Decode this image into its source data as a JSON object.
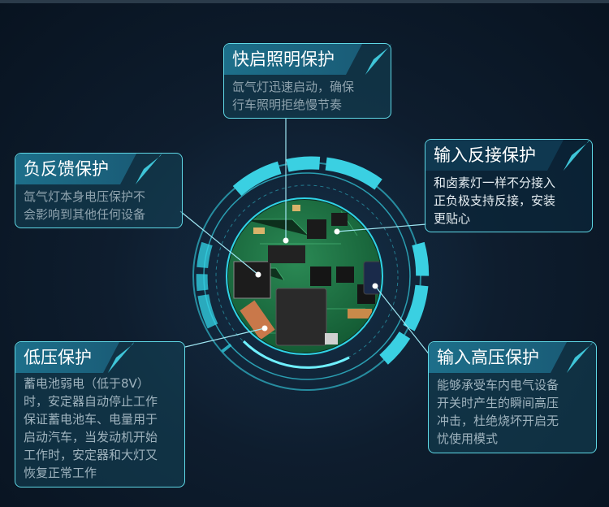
{
  "cards": {
    "quick_start": {
      "title": "快启照明保护",
      "body": [
        "氙气灯迅速启动，确保",
        "行车照明拒绝慢节奏"
      ]
    },
    "negative_feedback": {
      "title": "负反馈保护",
      "body": [
        "氙气灯本身电压保护不",
        "会影响到其他任何设备"
      ]
    },
    "reverse_input": {
      "title": "输入反接保护",
      "body": [
        "和卤素灯一样不分接入",
        "正负极支持反接，安装",
        "更贴心"
      ]
    },
    "low_voltage": {
      "title": "低压保护",
      "body": [
        "蓄电池弱电（低于8V）",
        "时，安定器自动停止工作",
        "保证蓄电池车、电量用于",
        "启动汽车，当发动机开始",
        "工作时，安定器和大灯又",
        "恢复正常工作"
      ]
    },
    "high_voltage": {
      "title": "输入高压保护",
      "body": [
        "能够承受车内电气设备",
        "开关时产生的瞬间高压",
        "冲击，杜绝烧坏开启无",
        "忧使用模式"
      ]
    }
  },
  "colors": {
    "accent": "#3fc5d8",
    "ring": "#2fd3e6",
    "pcb": "#1f7a4a"
  },
  "icons": [
    "circuit-board-illustration"
  ]
}
